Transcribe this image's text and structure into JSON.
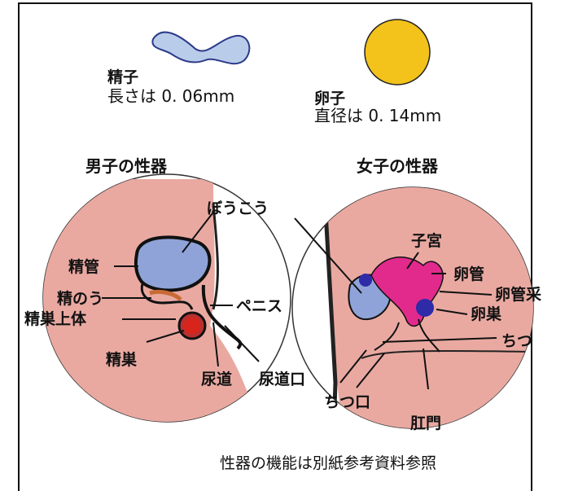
{
  "sperm": {
    "title": "精子",
    "size": "長さは 0.  06mm"
  },
  "egg": {
    "title": "卵子",
    "size": "直径は 0.  14mm"
  },
  "male": {
    "heading": "男子の性器",
    "labels": {
      "bladder": "ぼうこう",
      "vas_deferens": "精管",
      "seminal_vesicle": "精のう",
      "epididymis": "精巣上体",
      "penis": "ペニス",
      "testis": "精巣",
      "urethra": "尿道",
      "urethral_opening": "尿道口"
    }
  },
  "female": {
    "heading": "女子の性器",
    "labels": {
      "uterus": "子宮",
      "oviduct": "卵管",
      "fimbriae": "卵管采",
      "ovary": "卵巣",
      "vagina": "ちつ",
      "vaginal_opening": "ちつ口",
      "anus": "肛門"
    }
  },
  "footer": "性器の機能は別紙参考資料参照",
  "colors": {
    "skin": "#e9a9a1",
    "bladder": "#8fa3d8",
    "egg": "#f3c21b",
    "sperm": "#b9cdea",
    "testis": "#d8241a",
    "uterus": "#e22a8c",
    "ovary": "#2e2aa8",
    "line": "#111111"
  }
}
